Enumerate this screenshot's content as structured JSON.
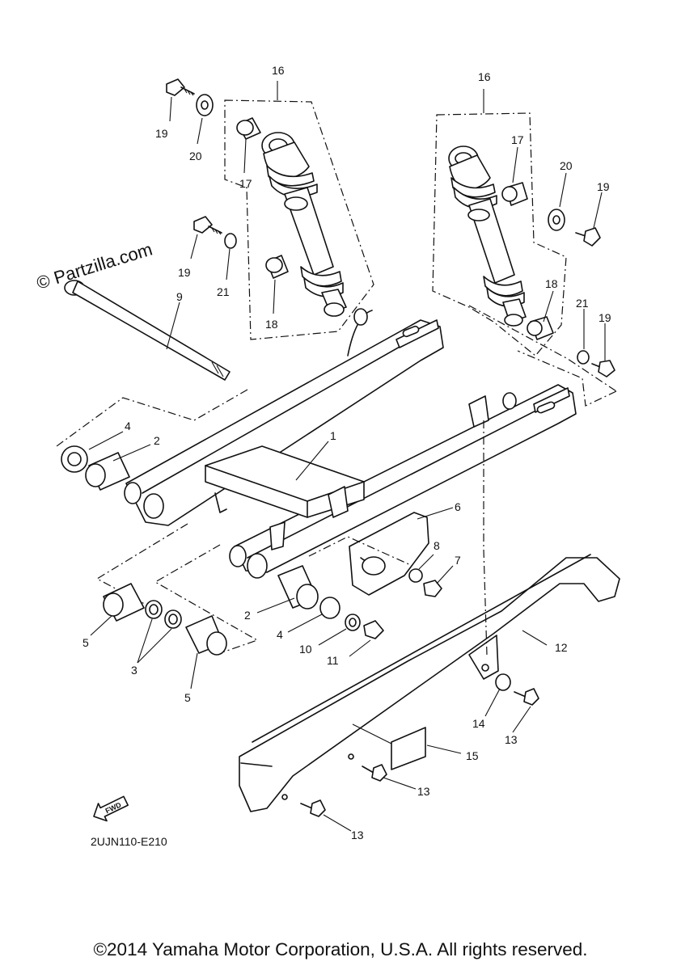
{
  "watermark": "© Partzilla.com",
  "diagram_code": "2UJN110-E210",
  "fwd_text": "FWD",
  "copyright": "©2014 Yamaha Motor Corporation, U.S.A. All rights reserved.",
  "callouts": [
    {
      "id": "c16a",
      "text": "16"
    },
    {
      "id": "c16b",
      "text": "16"
    },
    {
      "id": "c19a",
      "text": "19"
    },
    {
      "id": "c20a",
      "text": "20"
    },
    {
      "id": "c17a",
      "text": "17"
    },
    {
      "id": "c19b",
      "text": "19"
    },
    {
      "id": "c21a",
      "text": "21"
    },
    {
      "id": "c18a",
      "text": "18"
    },
    {
      "id": "c17b",
      "text": "17"
    },
    {
      "id": "c20b",
      "text": "20"
    },
    {
      "id": "c19c",
      "text": "19"
    },
    {
      "id": "c18b",
      "text": "18"
    },
    {
      "id": "c21b",
      "text": "21"
    },
    {
      "id": "c19d",
      "text": "19"
    },
    {
      "id": "c9",
      "text": "9"
    },
    {
      "id": "c4a",
      "text": "4"
    },
    {
      "id": "c2a",
      "text": "2"
    },
    {
      "id": "c1",
      "text": "1"
    },
    {
      "id": "c6",
      "text": "6"
    },
    {
      "id": "c8",
      "text": "8"
    },
    {
      "id": "c7",
      "text": "7"
    },
    {
      "id": "c5a",
      "text": "5"
    },
    {
      "id": "c3",
      "text": "3"
    },
    {
      "id": "c5b",
      "text": "5"
    },
    {
      "id": "c2b",
      "text": "2"
    },
    {
      "id": "c4b",
      "text": "4"
    },
    {
      "id": "c10",
      "text": "10"
    },
    {
      "id": "c11",
      "text": "11"
    },
    {
      "id": "c12",
      "text": "12"
    },
    {
      "id": "c14",
      "text": "14"
    },
    {
      "id": "c13a",
      "text": "13"
    },
    {
      "id": "c15",
      "text": "15"
    },
    {
      "id": "c13b",
      "text": "13"
    },
    {
      "id": "c13c",
      "text": "13"
    }
  ]
}
